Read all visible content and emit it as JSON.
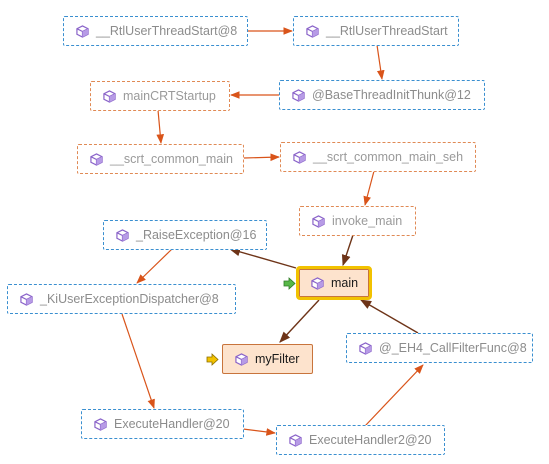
{
  "nodes": {
    "rtl_user_thread_start_8": {
      "label": "__RtlUserThreadStart@8"
    },
    "rtl_user_thread_start": {
      "label": "__RtlUserThreadStart"
    },
    "main_crt_startup": {
      "label": "mainCRTStartup"
    },
    "base_thread_init_thunk_12": {
      "label": "@BaseThreadInitThunk@12"
    },
    "scrt_common_main": {
      "label": "__scrt_common_main"
    },
    "scrt_common_main_seh": {
      "label": "__scrt_common_main_seh"
    },
    "invoke_main": {
      "label": "invoke_main"
    },
    "raise_exception_16": {
      "label": "_RaiseException@16"
    },
    "main": {
      "label": "main"
    },
    "ki_user_exception_dispatcher_8": {
      "label": "_KiUserExceptionDispatcher@8"
    },
    "my_filter": {
      "label": "myFilter"
    },
    "eh4_call_filter_func_8": {
      "label": "@_EH4_CallFilterFunc@8"
    },
    "execute_handler_20": {
      "label": "ExecuteHandler@20"
    },
    "execute_handler2_20": {
      "label": "ExecuteHandler2@20"
    }
  },
  "colors": {
    "orange_edge": "#d9541a",
    "dark_edge": "#6e3418",
    "blue_border": "#3a8fd0",
    "orange_border": "#e08a55",
    "cube": "#8a63c9",
    "selection": "#f2c200",
    "current_marker": "#57b847",
    "frame_marker": "#f2c200"
  },
  "icons": {
    "node": "cube-icon",
    "current": "current-frame-arrow-icon",
    "thread": "frame-arrow-icon"
  }
}
